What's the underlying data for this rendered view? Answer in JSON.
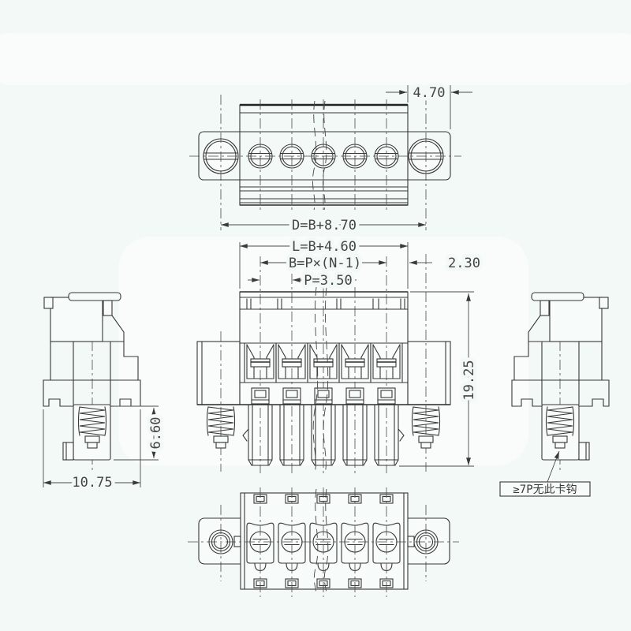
{
  "meta": {
    "type": "technical-drawing",
    "subject": "pluggable terminal block connector with flange screws, multi-view dimensioned drawing",
    "views": [
      "top-view",
      "front-view",
      "left-side-view",
      "right-side-view",
      "bottom-view"
    ]
  },
  "colors": {
    "background": "#f3f9f6",
    "line": "#383838",
    "text": "#454545"
  },
  "labels": {
    "flange_offset": "4.70",
    "total_width": "D=B+8.70",
    "length": "L=B+4.60",
    "pole_span": "B=P×(N-1)",
    "pitch": "P=3.50",
    "edge_offset": "2.30",
    "height": "19.25",
    "screw_protrusion": "6.60",
    "depth": "10.75",
    "note": "≥7P无此卡钩"
  }
}
